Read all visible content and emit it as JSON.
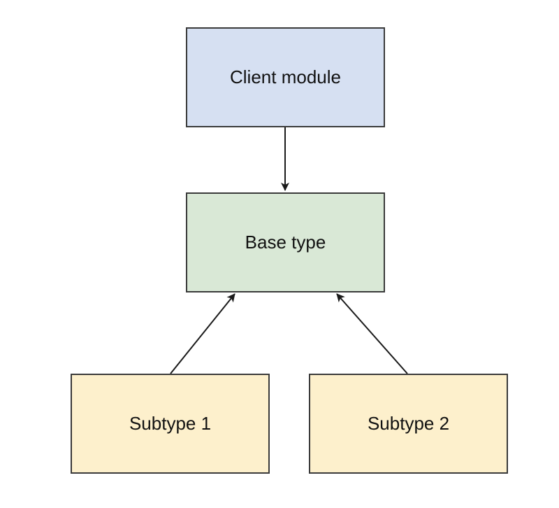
{
  "diagram": {
    "nodes": {
      "client": {
        "label": "Client module",
        "fill": "#d6e0f2"
      },
      "base": {
        "label": "Base type",
        "fill": "#d9e8d6"
      },
      "subtype1": {
        "label": "Subtype 1",
        "fill": "#fdf0cc"
      },
      "subtype2": {
        "label": "Subtype 2",
        "fill": "#fdf0cc"
      }
    },
    "edges": [
      {
        "from": "client",
        "to": "base"
      },
      {
        "from": "subtype1",
        "to": "base"
      },
      {
        "from": "subtype2",
        "to": "base"
      }
    ],
    "line_color": "#1a1a1a"
  }
}
